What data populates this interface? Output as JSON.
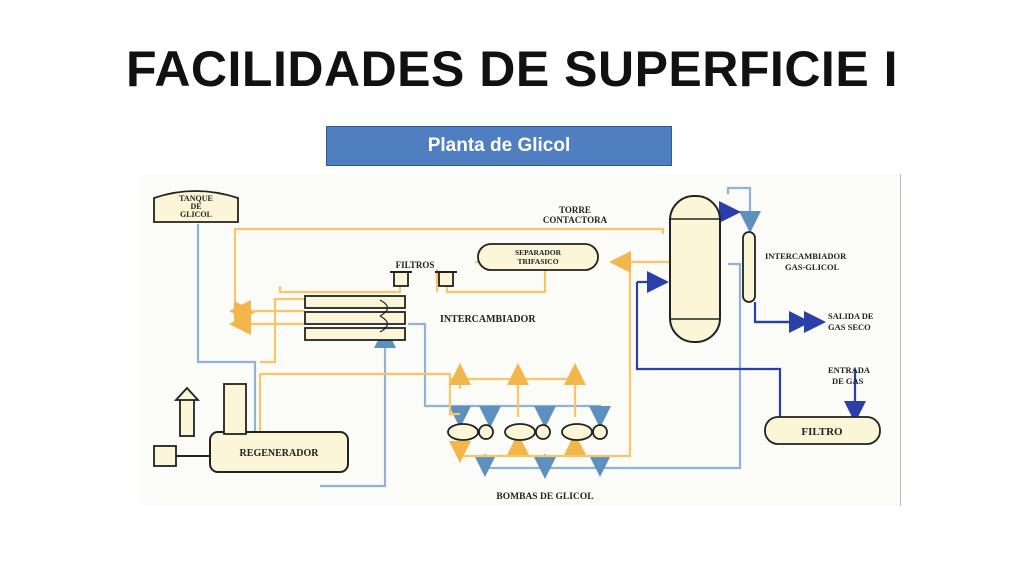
{
  "slide": {
    "title": "FACILIDADES DE SUPERFICIE I",
    "subtitle": "Planta de Glicol"
  },
  "diagram": {
    "labels": {
      "tanque_line1": "TANQUE",
      "tanque_line2": "DE",
      "tanque_line3": "GLICOL",
      "filtros": "FILTROS",
      "separador_line1": "SEPARADOR",
      "separador_line2": "TRIFASICO",
      "torre_line1": "TORRE",
      "torre_line2": "CONTACTORA",
      "intercambiador_gg_line1": "INTERCAMBIADOR",
      "intercambiador_gg_line2": "GAS-GLICOL",
      "salida_line1": "SALIDA DE",
      "salida_line2": "GAS SECO",
      "entrada_line1": "ENTRADA",
      "entrada_line2": "DE GAS",
      "intercambiador": "INTERCAMBIADOR",
      "regenerador": "REGENERADOR",
      "filtro": "FILTRO",
      "bombas": "BOMBAS DE GLICOL"
    },
    "colors": {
      "rich_glycol": "#f6c667",
      "lean_glycol": "#8fb2d8",
      "gas": "#3a4fb0",
      "equipment_fill": "#fbf6d8",
      "equipment_stroke": "#222222"
    }
  }
}
